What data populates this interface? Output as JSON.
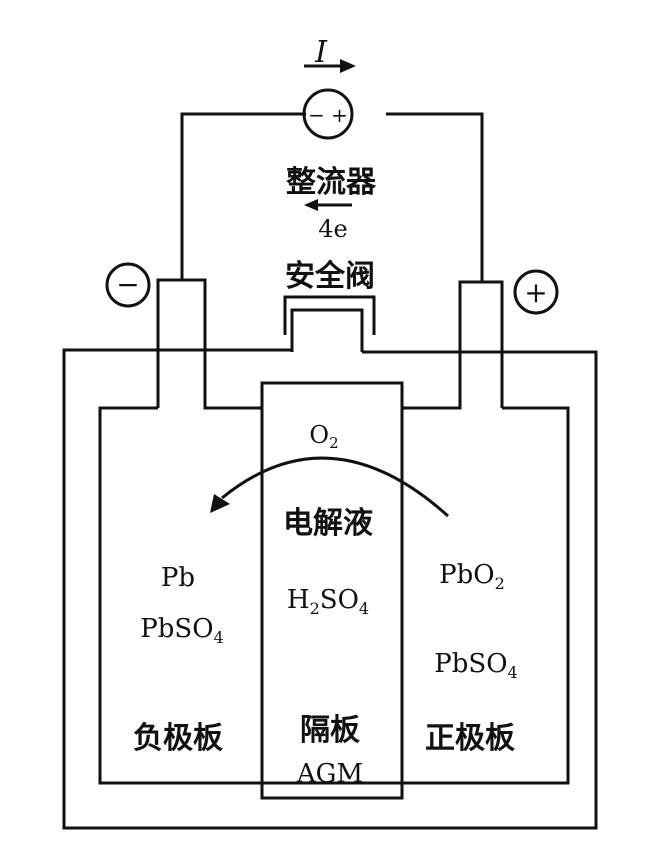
{
  "diagram": {
    "current_label": "I",
    "rectifier": {
      "polarity": "− +",
      "label": "整流器"
    },
    "electron_flow": "4e",
    "safety_valve": "安全阀",
    "negative_terminal_symbol": "−",
    "positive_terminal_symbol": "+",
    "gas": {
      "base": "O",
      "sub": "2"
    },
    "electrolyte_label": "电解液",
    "electrolyte_formula": {
      "a": "H",
      "a_sub": "2",
      "b": "SO",
      "b_sub": "4"
    },
    "negative_plate": {
      "material_1": "Pb",
      "material_2": {
        "base": "PbSO",
        "sub": "4"
      },
      "label": "负极板"
    },
    "positive_plate": {
      "material_1": {
        "base": "PbO",
        "sub": "2"
      },
      "material_2": {
        "base": "PbSO",
        "sub": "4"
      },
      "label": "正极板"
    },
    "separator": {
      "label": "隔板",
      "type": "AGM"
    },
    "colors": {
      "line": "#111111",
      "background": "#ffffff"
    }
  }
}
